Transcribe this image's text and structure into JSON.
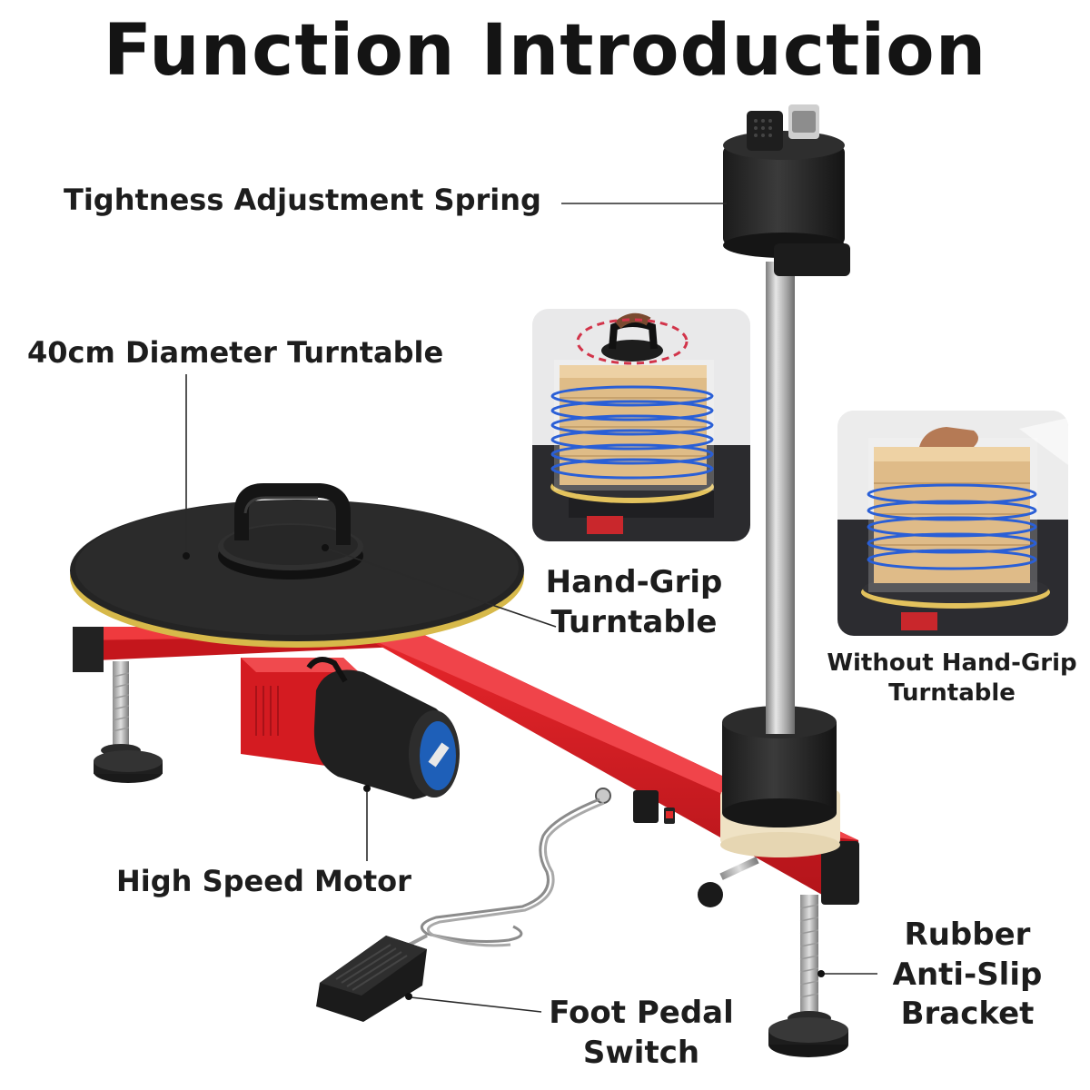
{
  "title": "Function Introduction",
  "labels": {
    "spring": "Tightness Adjustment Spring",
    "turntable": "40cm Diameter Turntable",
    "hand_grip_line1": "Hand-Grip",
    "hand_grip_line2": "Turntable",
    "without_line1": "Without Hand-Grip",
    "without_line2": "Turntable",
    "motor": "High Speed Motor",
    "rubber_line1": "Rubber",
    "rubber_line2": "Anti-Slip",
    "rubber_line3": "Bracket",
    "pedal_line1": "Foot Pedal",
    "pedal_line2": "Switch"
  },
  "colors": {
    "frame_red": "#d7191f",
    "turntable_black": "#1f1f1f",
    "wrap_blue": "#2a5fd6",
    "box_wood": "#d9ad6a",
    "dashed_ring": "#d2344a"
  }
}
